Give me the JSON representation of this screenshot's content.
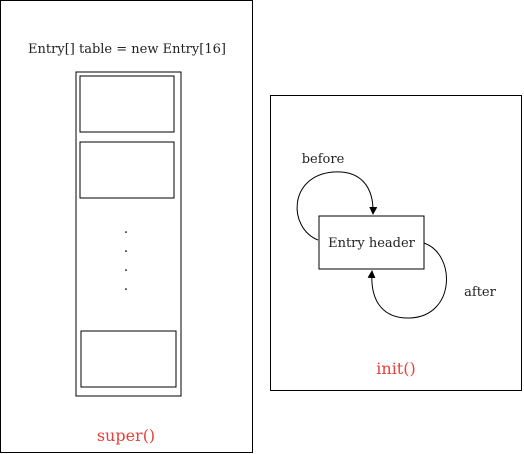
{
  "colors": {
    "stroke": "#000000",
    "text": "#222222",
    "method_label": "#e8403a"
  },
  "left_panel": {
    "declaration": "Entry[] table = new Entry[16]",
    "ellipsis_dots": [
      ".",
      ".",
      ".",
      "."
    ],
    "method_label": "super()"
  },
  "right_panel": {
    "node_label": "Entry header",
    "loop_top_label": "before",
    "loop_bottom_label": "after",
    "method_label": "init()"
  }
}
